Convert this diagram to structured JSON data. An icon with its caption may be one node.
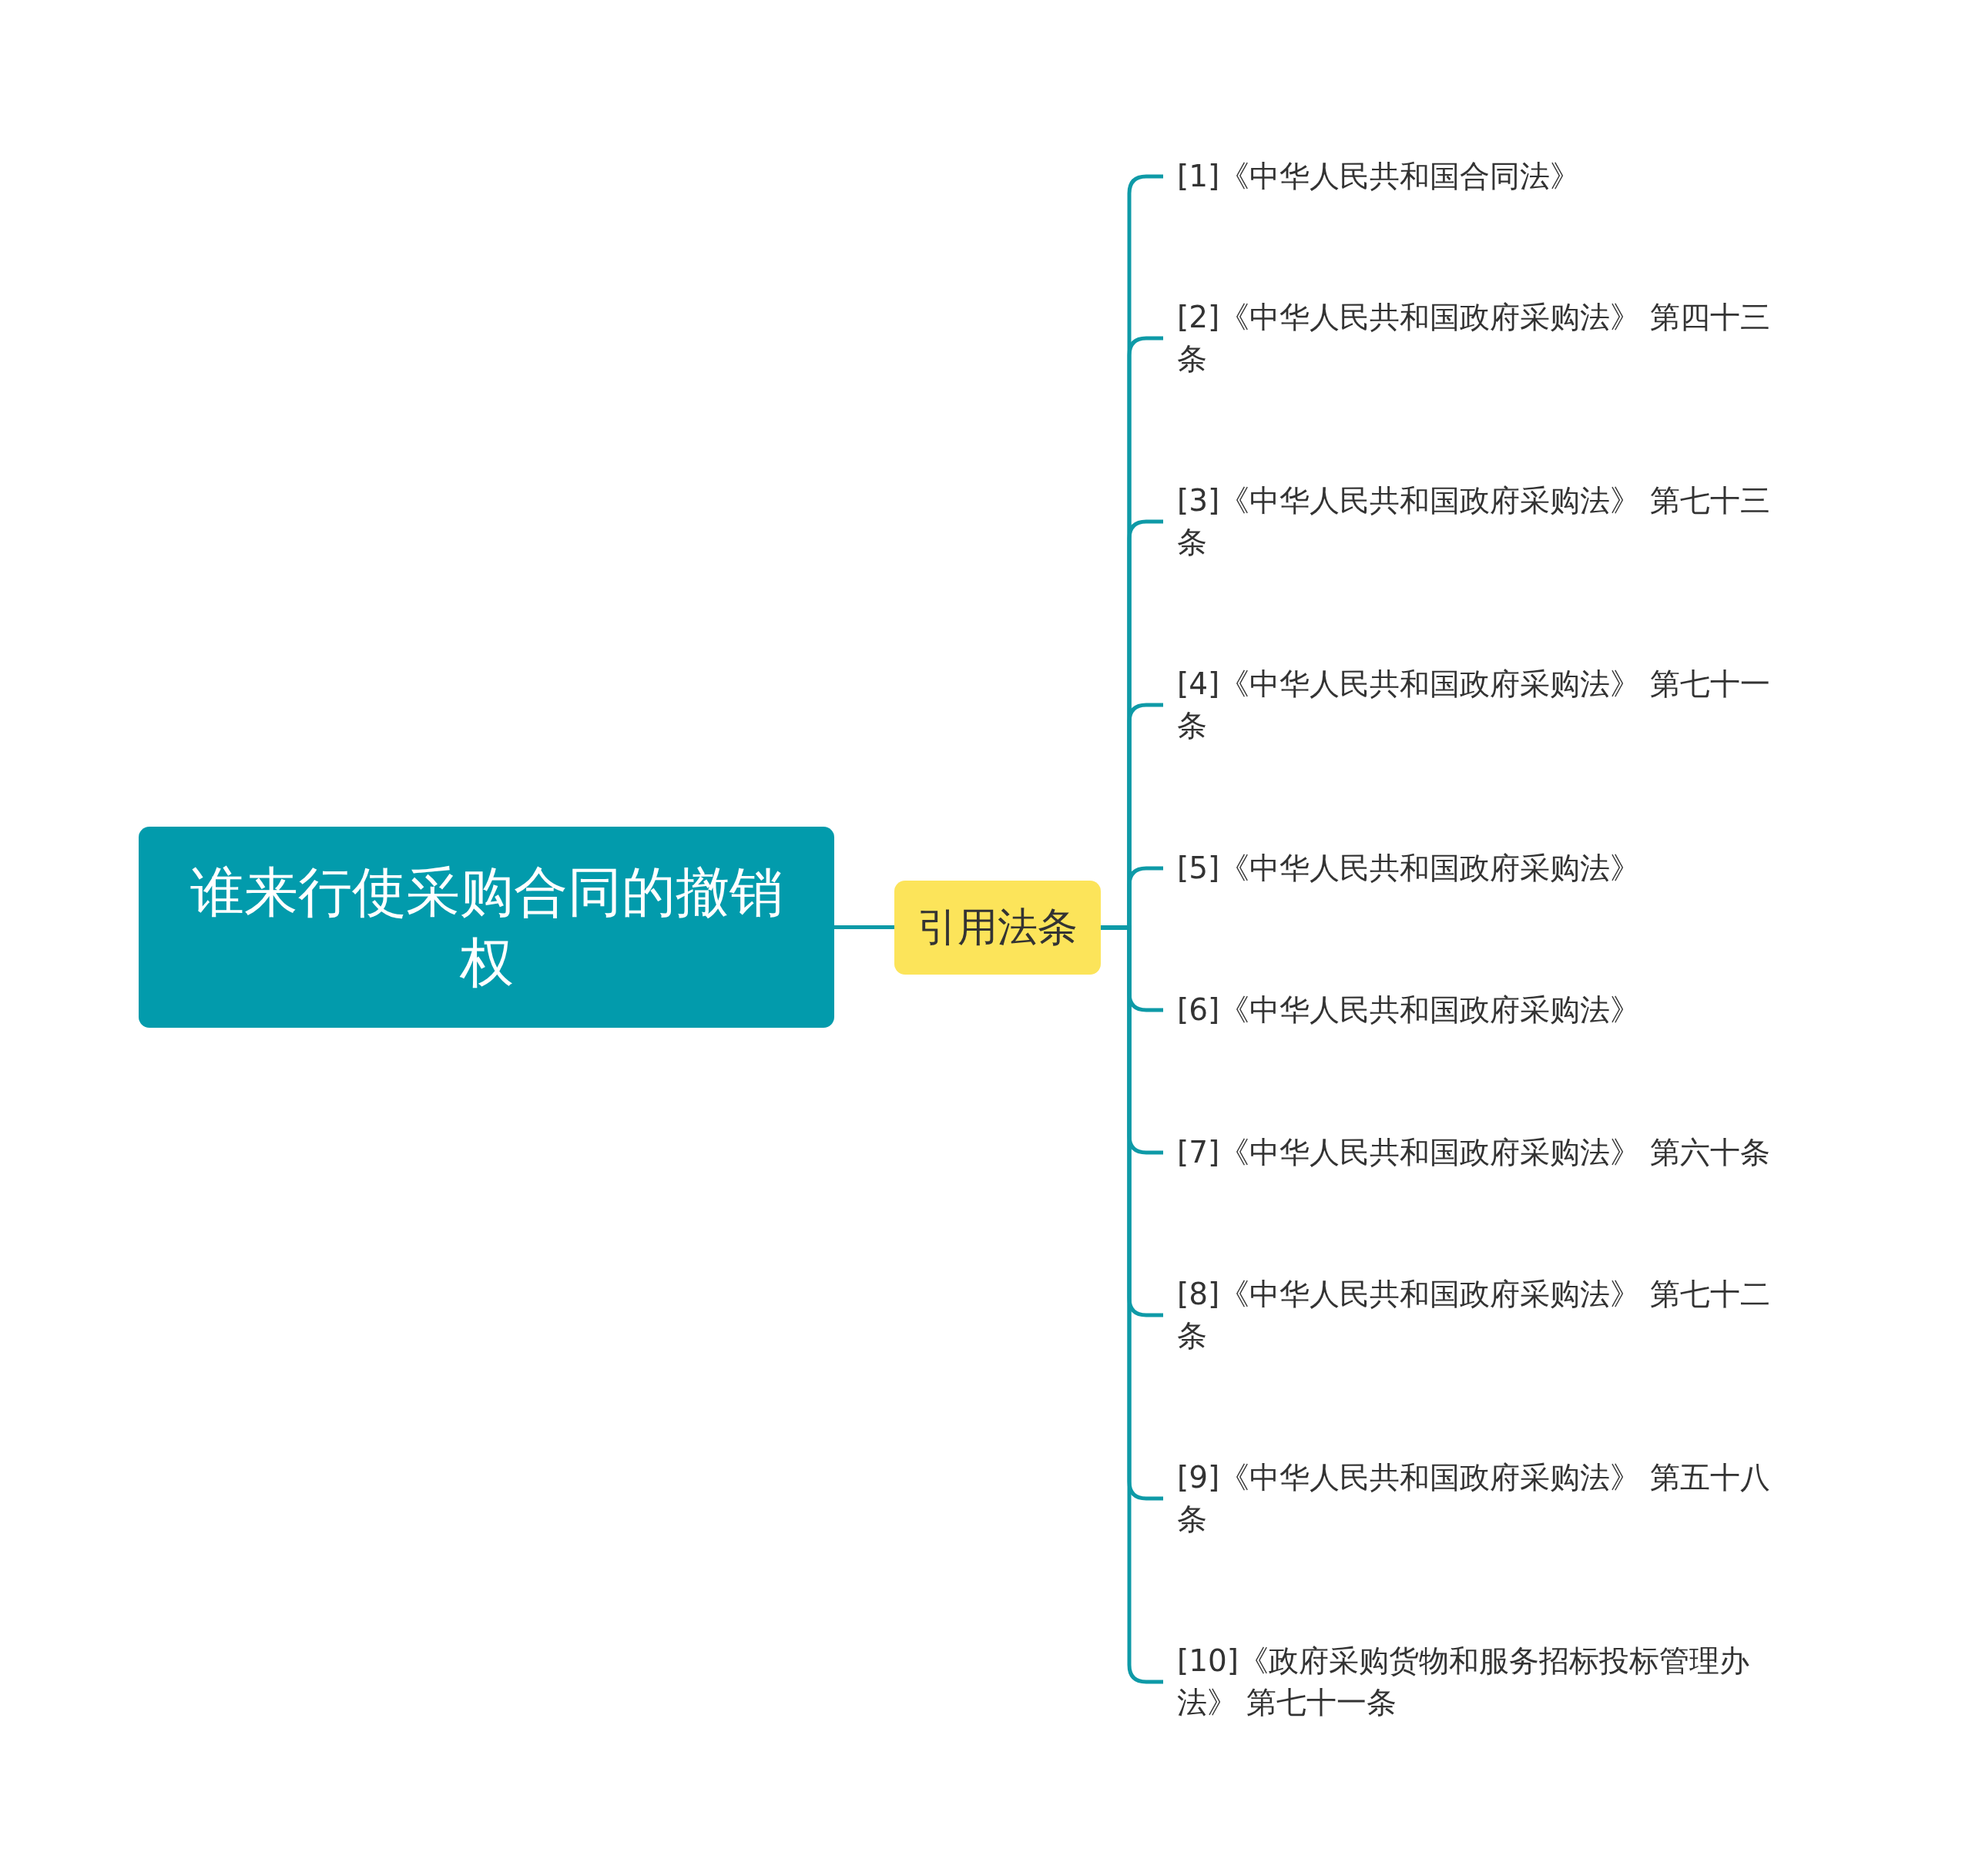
{
  "diagram": {
    "nodes": [
      {
        "text": [
          "谁来行使采购合同的撤销权"
        ]
      },
      {
        "text": [
          "引用法条"
        ]
      },
      {
        "text": [
          "[1]《中华人民共和国合同法》"
        ]
      },
      {
        "text": [
          "[2]《中华人民共和国政府采购法》 第四十三条"
        ]
      },
      {
        "text": [
          "[3]《中华人民共和国政府采购法》 第七十三条"
        ]
      },
      {
        "text": [
          "[4]《中华人民共和国政府采购法》 第七十一条"
        ]
      },
      {
        "text": [
          "[5]《中华人民共和国政府采购法》"
        ]
      },
      {
        "text": [
          "[6]《中华人民共和国政府采购法》"
        ]
      },
      {
        "text": [
          "[7]《中华人民共和国政府采购法》 第六十条"
        ]
      },
      {
        "text": [
          "[8]《中华人民共和国政府采购法》 第七十二条"
        ]
      },
      {
        "text": [
          "[9]《中华人民共和国政府采购法》 第五十八条"
        ]
      },
      {
        "text": [
          "[10]《政府采购货物和服务招标投标管理办法》 第七十一条"
        ]
      }
    ],
    "edges": [
      {
        "from": 0,
        "to": 1,
        "arrow": "none"
      },
      {
        "from": 1,
        "to": 2,
        "arrow": "none"
      },
      {
        "from": 1,
        "to": 3,
        "arrow": "none"
      },
      {
        "from": 1,
        "to": 4,
        "arrow": "none"
      },
      {
        "from": 1,
        "to": 5,
        "arrow": "none"
      },
      {
        "from": 1,
        "to": 6,
        "arrow": "none"
      },
      {
        "from": 1,
        "to": 7,
        "arrow": "none"
      },
      {
        "from": 1,
        "to": 8,
        "arrow": "none"
      },
      {
        "from": 1,
        "to": 9,
        "arrow": "none"
      },
      {
        "from": 1,
        "to": 10,
        "arrow": "none"
      },
      {
        "from": 1,
        "to": 11,
        "arrow": "none"
      }
    ]
  }
}
